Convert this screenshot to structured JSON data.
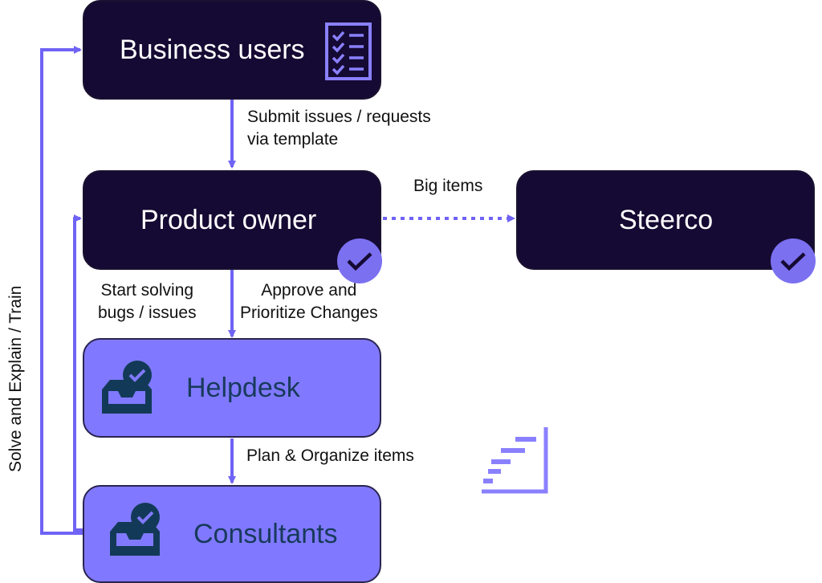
{
  "nodes": {
    "business_users": "Business users",
    "product_owner": "Product owner",
    "steerco": "Steerco",
    "helpdesk": "Helpdesk",
    "consultants": "Consultants"
  },
  "edges": {
    "submit": [
      "Submit issues / requests",
      "via template"
    ],
    "big_items": "Big items",
    "start_solving": [
      "Start solving",
      "bugs / issues"
    ],
    "approve": [
      "Approve and",
      "Prioritize Changes"
    ],
    "plan": "Plan & Organize items",
    "feedback": "Solve and Explain / Train"
  },
  "colors": {
    "dark_node": "#150a33",
    "light_node": "#8079ff",
    "accent": "#6f63f5",
    "light_text": "#183a5c"
  },
  "icons": [
    "checklist-icon",
    "checkmark-badge-icon",
    "inbox-check-icon",
    "gantt-chart-icon"
  ]
}
